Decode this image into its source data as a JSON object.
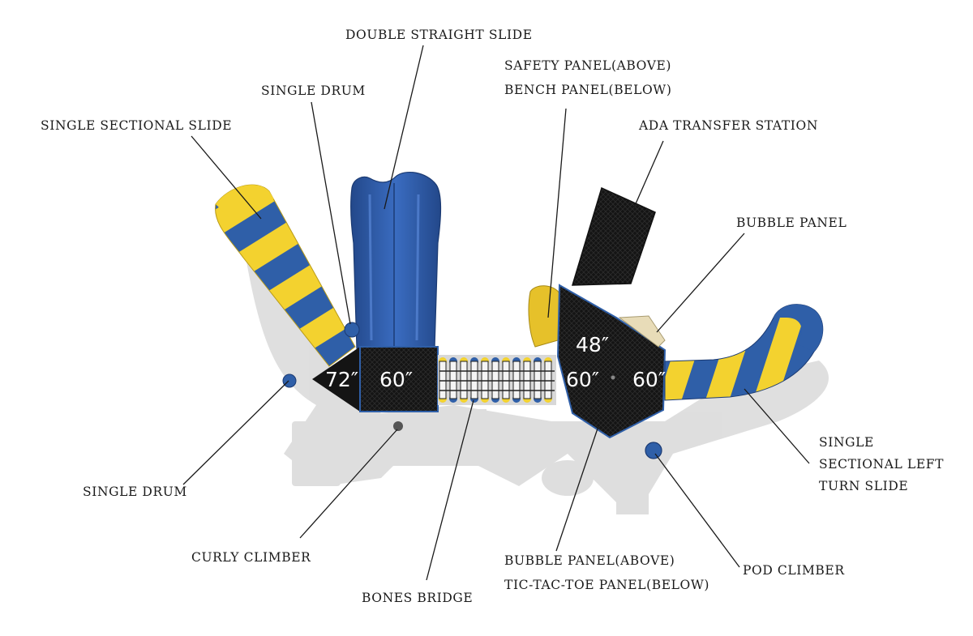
{
  "labels": {
    "double_straight_slide": "DOUBLE STRAIGHT SLIDE",
    "single_drum_top": "SINGLE DRUM",
    "single_sectional_slide": "SINGLE SECTIONAL SLIDE",
    "safety_panel_above": "SAFETY PANEL(ABOVE)",
    "bench_panel_below": "BENCH PANEL(BELOW)",
    "ada_transfer_station": "ADA TRANSFER STATION",
    "bubble_panel": "BUBBLE PANEL",
    "single_sectional_left_turn_slide_1": "SINGLE",
    "single_sectional_left_turn_slide_2": "SECTIONAL LEFT",
    "single_sectional_left_turn_slide_3": "TURN SLIDE",
    "single_drum_left": "SINGLE DRUM",
    "curly_climber": "CURLY CLIMBER",
    "bones_bridge": "BONES BRIDGE",
    "bubble_panel_above": "BUBBLE PANEL(ABOVE)",
    "tic_tac_toe_panel_below": "TIC-TAC-TOE PANEL(BELOW)",
    "pod_climber": "POD CLIMBER"
  },
  "deck_heights": {
    "left_triangle": "72″",
    "left_square": "60″",
    "right_top": "48″",
    "right_left": "60″",
    "right_right": "60″"
  },
  "colors": {
    "blue": "#2f5fa8",
    "yellow": "#f3d22f",
    "deck": "#141414",
    "shadow": "#d8d8d8"
  }
}
